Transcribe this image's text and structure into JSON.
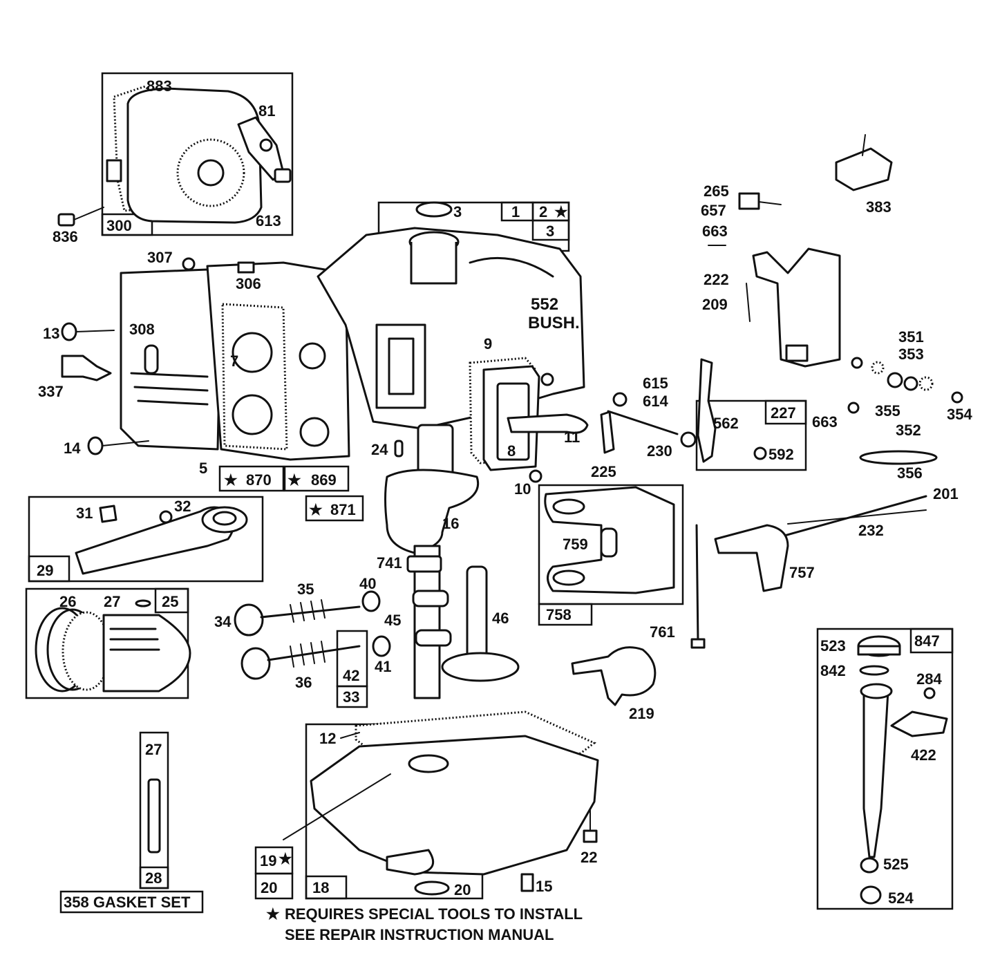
{
  "parts": {
    "p883": "883",
    "p81": "81",
    "p613": "613",
    "p300": "300",
    "p836": "836",
    "p3a": "3",
    "p1": "1",
    "p2": "2",
    "p3b": "3",
    "p307": "307",
    "p306": "306",
    "p308": "308",
    "p13": "13",
    "p337": "337",
    "p7": "7",
    "p14": "14",
    "p5": "5",
    "p870": "870",
    "p869": "869",
    "p871": "871",
    "p552": "552",
    "bush": "BUSH.",
    "p9": "9",
    "p8": "8",
    "p11": "11",
    "p24": "24",
    "p10": "10",
    "p16": "16",
    "p741": "741",
    "p265": "265",
    "p657": "657",
    "p663a": "663",
    "p222": "222",
    "p209": "209",
    "p383": "383",
    "p351": "351",
    "p353": "353",
    "p355": "355",
    "p352": "352",
    "p354": "354",
    "p663b": "663",
    "p615": "615",
    "p614": "614",
    "p230": "230",
    "p225": "225",
    "p227": "227",
    "p562": "562",
    "p592": "592",
    "p356": "356",
    "p201": "201",
    "p232": "232",
    "p31": "31",
    "p32": "32",
    "p29": "29",
    "p26": "26",
    "p27a": "27",
    "p25": "25",
    "p35": "35",
    "p40": "40",
    "p34": "34",
    "p45": "45",
    "p46": "46",
    "p36": "36",
    "p41": "41",
    "p42": "42",
    "p33": "33",
    "p759": "759",
    "p758": "758",
    "p757": "757",
    "p761": "761",
    "p219": "219",
    "p523": "523",
    "p847": "847",
    "p842": "842",
    "p284": "284",
    "p422": "422",
    "p525": "525",
    "p524": "524",
    "p12": "12",
    "p27b": "27",
    "p28": "28",
    "gasket_set": "358 GASKET SET",
    "p19": "19",
    "p20a": "20",
    "p18": "18",
    "p20b": "20",
    "p22": "22",
    "p15": "15"
  },
  "note": {
    "line1": "REQUIRES SPECIAL TOOLS TO INSTALL",
    "line2": "SEE REPAIR INSTRUCTION MANUAL"
  }
}
